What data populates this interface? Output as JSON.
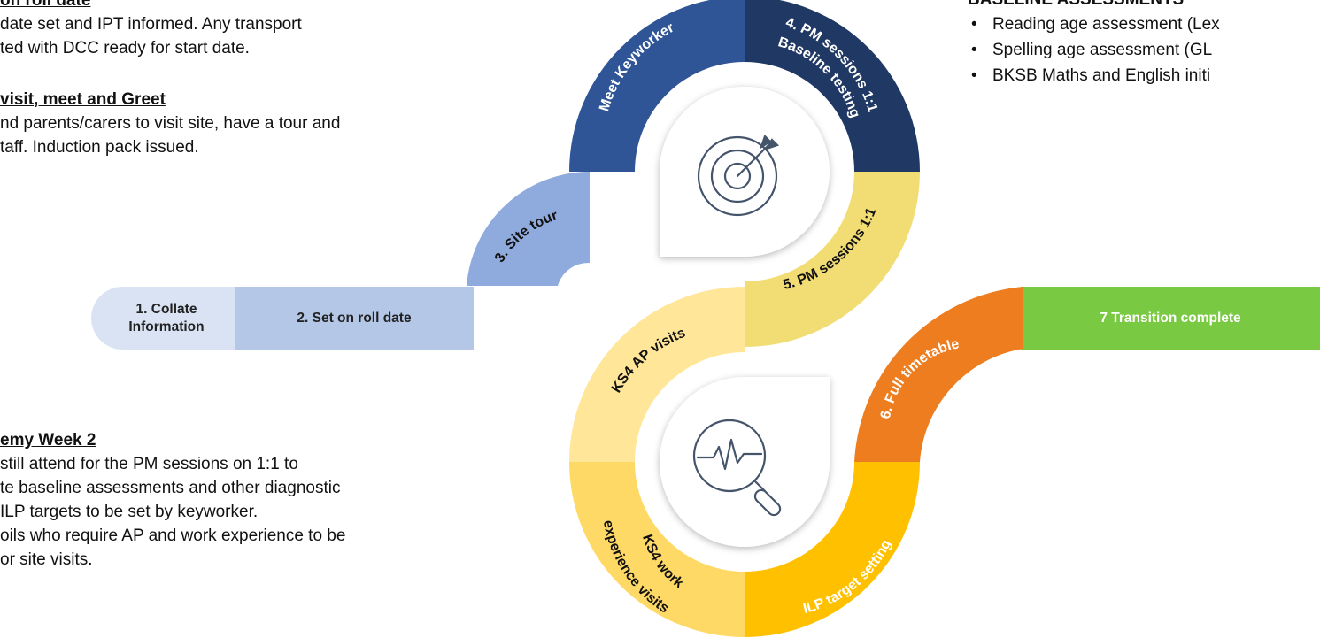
{
  "notes": {
    "on_roll": {
      "heading": "on roll date",
      "lines": [
        "date set and IPT informed. Any transport",
        "ted with DCC ready for start date."
      ]
    },
    "visit": {
      "heading": "visit, meet and Greet",
      "lines": [
        "nd parents/carers to visit site, have a tour and",
        "taff. Induction pack issued."
      ]
    },
    "week2": {
      "heading": "emy Week 2",
      "lines": [
        "still attend for the PM sessions on 1:1 to",
        "te baseline assessments and other diagnostic",
        "ILP targets to be set by keyworker.",
        "oils who require AP and work experience to be",
        "or site visits."
      ]
    }
  },
  "baseline": {
    "heading": "BASELINE ASSESSMENTS",
    "items": [
      "Reading age assessment (Lex",
      "Spelling age assessment (GL",
      "BKSB Maths and English initi"
    ]
  },
  "steps": {
    "collate": "1. Collate Information",
    "set_on_roll": "2. Set on roll date",
    "transition": "7 Transition complete"
  },
  "segments": {
    "site_tour": "3. Site tour",
    "meet_keyworker": "Meet Keyworker",
    "pm_baseline_line1": "4. PM sessions 1:1",
    "pm_baseline_line2": "Baseline testing",
    "pm_sessions": "5. PM sessions 1:1",
    "ks4_ap": "KS4 AP visits",
    "ks4_work_line1": "KS4 work",
    "ks4_work_line2": "experience visits",
    "ilp": "ILP target setting",
    "full_timetable": "6. Full timetable"
  },
  "icons": {
    "top": "target-icon",
    "bottom": "analytics-magnifier-icon"
  },
  "colors": {
    "step1": "#dae3f3",
    "step2": "#b4c7e7",
    "site_tour": "#8faadc",
    "meet_keyworker": "#2f5597",
    "pm_baseline": "#203864",
    "pm_sessions": "#f2dd74",
    "ks4_ap": "#ffe699",
    "ks4_work": "#ffd966",
    "ilp": "#ffc000",
    "full_timetable": "#ed7d1f",
    "transition": "#7ac943",
    "icon_stroke": "#44546a"
  }
}
